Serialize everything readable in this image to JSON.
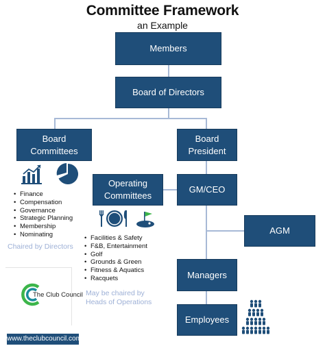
{
  "title": "Committee Framework",
  "subtitle": "an Example",
  "nodes": {
    "members": "Members",
    "board_of_directors": "Board of Directors",
    "board_committees": "Board\nCommittees",
    "board_president": "Board\nPresident",
    "operating_committees": "Operating\nCommittees",
    "gm_ceo": "GM/CEO",
    "agm": "AGM",
    "managers": "Managers",
    "employees": "Employees"
  },
  "board_committee_list": [
    "Finance",
    "Compensation",
    "Governance",
    "Strategic Planning",
    "Membership",
    "Nominating"
  ],
  "board_committee_note": "Chaired by Directors",
  "operating_committee_list": [
    "Facilities & Safety",
    "F&B, Entertainment",
    "Golf",
    "Grounds & Green",
    "Fitness & Aquatics",
    "Racquets"
  ],
  "operating_committee_note": "May be chaired by\nHeads of Operations",
  "logo_text": "The Club Council",
  "website": "www.theclubcouncil.com",
  "colors": {
    "box": "#1f4e79",
    "connector": "#a7b9d6",
    "note": "#9db0d6",
    "logo_green": "#3cb54a",
    "logo_teal": "#1a8c9b"
  },
  "icons": [
    "bar-chart-icon",
    "pie-chart-icon",
    "dinner-plate-icon",
    "golf-icon",
    "people-pyramid-icon",
    "club-council-logo-icon"
  ]
}
